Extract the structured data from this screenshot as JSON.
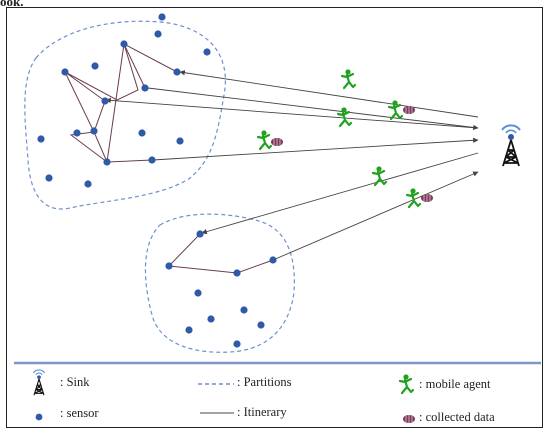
{
  "caption_fragment": "ook.",
  "legend": {
    "sink": ": Sink",
    "partitions": ": Partitions",
    "mobile_agent": ": mobile  agent",
    "sensor": ": sensor",
    "itinerary": ": Itinerary",
    "collected_data": ": collected data"
  },
  "colors": {
    "sensor": "#2f5aa8",
    "partition": "#6f8fd0",
    "agent": "#1fa31f",
    "data_packet": "#7a3a58",
    "rule": "#7f97c7",
    "line": "#444444"
  },
  "icons": [
    "sink-tower-icon",
    "sensor-dot-icon",
    "mobile-agent-icon",
    "collected-data-icon"
  ]
}
